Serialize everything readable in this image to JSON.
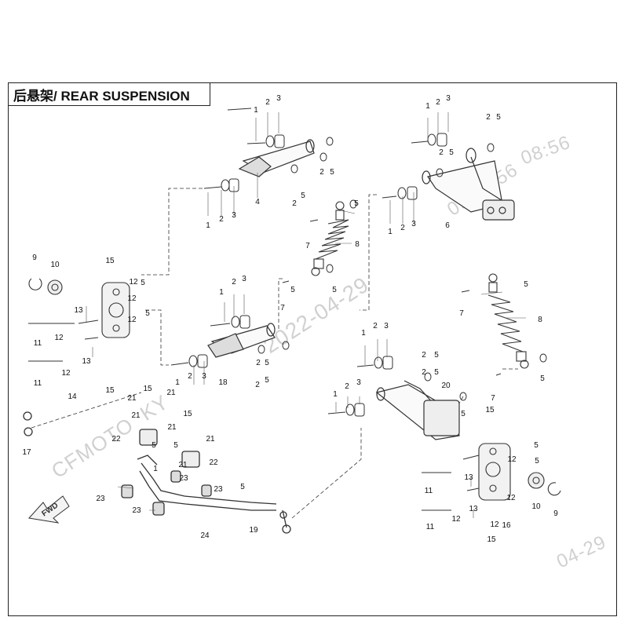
{
  "title": "后悬架/ REAR SUSPENSION",
  "fwd_label": "FWD",
  "watermarks": {
    "brand": "CFMOTO",
    "model": "KY",
    "date_diag": "2022-04-29",
    "clock": "09:08:56",
    "date_tr": "08:56",
    "date_br": "04-29"
  },
  "callouts": [
    {
      "id": "c01",
      "label": "1"
    },
    {
      "id": "c02",
      "label": "2"
    },
    {
      "id": "c03",
      "label": "3"
    },
    {
      "id": "c04",
      "label": "1"
    },
    {
      "id": "c05",
      "label": "2"
    },
    {
      "id": "c06",
      "label": "3"
    },
    {
      "id": "c07",
      "label": "4"
    },
    {
      "id": "c08",
      "label": "2"
    },
    {
      "id": "c09",
      "label": "5"
    },
    {
      "id": "c10",
      "label": "2"
    },
    {
      "id": "c11",
      "label": "5"
    },
    {
      "id": "c12",
      "label": "1"
    },
    {
      "id": "c13",
      "label": "2"
    },
    {
      "id": "c14",
      "label": "3"
    },
    {
      "id": "c15",
      "label": "2"
    },
    {
      "id": "c16",
      "label": "5"
    },
    {
      "id": "c17",
      "label": "2"
    },
    {
      "id": "c18",
      "label": "5"
    },
    {
      "id": "c19",
      "label": "1"
    },
    {
      "id": "c20",
      "label": "2"
    },
    {
      "id": "c21",
      "label": "3"
    },
    {
      "id": "c22",
      "label": "6"
    },
    {
      "id": "c23",
      "label": "7"
    },
    {
      "id": "c24",
      "label": "5"
    },
    {
      "id": "c25",
      "label": "8"
    },
    {
      "id": "c26",
      "label": "5"
    },
    {
      "id": "c27",
      "label": "9"
    },
    {
      "id": "c28",
      "label": "10"
    },
    {
      "id": "c29",
      "label": "15"
    },
    {
      "id": "c30",
      "label": "5"
    },
    {
      "id": "c31",
      "label": "12"
    },
    {
      "id": "c32",
      "label": "12"
    },
    {
      "id": "c33",
      "label": "13"
    },
    {
      "id": "c34",
      "label": "5"
    },
    {
      "id": "c35",
      "label": "12"
    },
    {
      "id": "c36",
      "label": "11"
    },
    {
      "id": "c37",
      "label": "12"
    },
    {
      "id": "c38",
      "label": "13"
    },
    {
      "id": "c39",
      "label": "11"
    },
    {
      "id": "c40",
      "label": "12"
    },
    {
      "id": "c41",
      "label": "14"
    },
    {
      "id": "c42",
      "label": "15"
    },
    {
      "id": "c43",
      "label": "1"
    },
    {
      "id": "c44",
      "label": "2"
    },
    {
      "id": "c45",
      "label": "3"
    },
    {
      "id": "c46",
      "label": "7"
    },
    {
      "id": "c47",
      "label": "5"
    },
    {
      "id": "c48",
      "label": "2"
    },
    {
      "id": "c49",
      "label": "5"
    },
    {
      "id": "c50",
      "label": "1"
    },
    {
      "id": "c51",
      "label": "2"
    },
    {
      "id": "c52",
      "label": "3"
    },
    {
      "id": "c53",
      "label": "18"
    },
    {
      "id": "c54",
      "label": "2"
    },
    {
      "id": "c55",
      "label": "5"
    },
    {
      "id": "c56",
      "label": "5"
    },
    {
      "id": "c57",
      "label": "7"
    },
    {
      "id": "c58",
      "label": "8"
    },
    {
      "id": "c59",
      "label": "5"
    },
    {
      "id": "c60",
      "label": "1"
    },
    {
      "id": "c61",
      "label": "2"
    },
    {
      "id": "c62",
      "label": "3"
    },
    {
      "id": "c63",
      "label": "2"
    },
    {
      "id": "c64",
      "label": "5"
    },
    {
      "id": "c65",
      "label": "2"
    },
    {
      "id": "c66",
      "label": "5"
    },
    {
      "id": "c67",
      "label": "20"
    },
    {
      "id": "c68",
      "label": "7"
    },
    {
      "id": "c69",
      "label": "1"
    },
    {
      "id": "c70",
      "label": "2"
    },
    {
      "id": "c71",
      "label": "3"
    },
    {
      "id": "c72",
      "label": "5"
    },
    {
      "id": "c73",
      "label": "15"
    },
    {
      "id": "c74",
      "label": "12"
    },
    {
      "id": "c75",
      "label": "5"
    },
    {
      "id": "c76",
      "label": "5"
    },
    {
      "id": "c77",
      "label": "13"
    },
    {
      "id": "c78",
      "label": "12"
    },
    {
      "id": "c79",
      "label": "11"
    },
    {
      "id": "c80",
      "label": "13"
    },
    {
      "id": "c81",
      "label": "12"
    },
    {
      "id": "c82",
      "label": "10"
    },
    {
      "id": "c83",
      "label": "9"
    },
    {
      "id": "c84",
      "label": "11"
    },
    {
      "id": "c85",
      "label": "12"
    },
    {
      "id": "c86",
      "label": "16"
    },
    {
      "id": "c87",
      "label": "15"
    },
    {
      "id": "c88",
      "label": "15"
    },
    {
      "id": "c89",
      "label": "21"
    },
    {
      "id": "c90",
      "label": "21"
    },
    {
      "id": "c91",
      "label": "21"
    },
    {
      "id": "c92",
      "label": "5"
    },
    {
      "id": "c93",
      "label": "22"
    },
    {
      "id": "c94",
      "label": "15"
    },
    {
      "id": "c95",
      "label": "21"
    },
    {
      "id": "c96",
      "label": "21"
    },
    {
      "id": "c97",
      "label": "5"
    },
    {
      "id": "c98",
      "label": "21"
    },
    {
      "id": "c99",
      "label": "22"
    },
    {
      "id": "c100",
      "label": "1"
    },
    {
      "id": "c101",
      "label": "23"
    },
    {
      "id": "c102",
      "label": "5"
    },
    {
      "id": "c103",
      "label": "23"
    },
    {
      "id": "c104",
      "label": "23"
    },
    {
      "id": "c105",
      "label": "23"
    },
    {
      "id": "c106",
      "label": "24"
    },
    {
      "id": "c107",
      "label": "17"
    },
    {
      "id": "c108",
      "label": "19"
    }
  ]
}
